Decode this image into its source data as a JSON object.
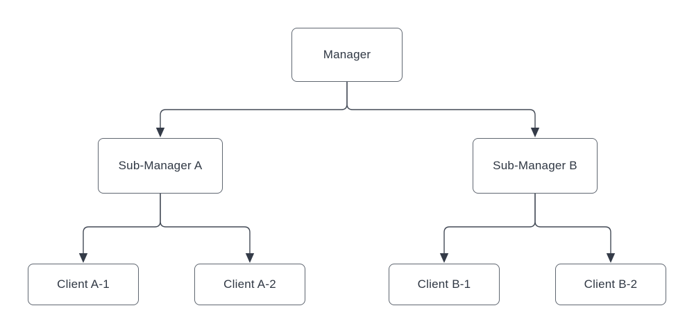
{
  "diagram": {
    "type": "org-chart",
    "nodes": {
      "manager": {
        "label": "Manager"
      },
      "sub_a": {
        "label": "Sub-Manager A"
      },
      "sub_b": {
        "label": "Sub-Manager B"
      },
      "client_a1": {
        "label": "Client A-1"
      },
      "client_a2": {
        "label": "Client A-2"
      },
      "client_b1": {
        "label": "Client B-1"
      },
      "client_b2": {
        "label": "Client B-2"
      }
    },
    "edges": [
      {
        "from": "Manager",
        "to": "Sub-Manager A",
        "arrow": "filled-triangle-down"
      },
      {
        "from": "Manager",
        "to": "Sub-Manager B",
        "arrow": "filled-triangle-down"
      },
      {
        "from": "Sub-Manager A",
        "to": "Client A-1",
        "arrow": "filled-triangle-down"
      },
      {
        "from": "Sub-Manager A",
        "to": "Client A-2",
        "arrow": "filled-triangle-down"
      },
      {
        "from": "Sub-Manager B",
        "to": "Client B-1",
        "arrow": "filled-triangle-down"
      },
      {
        "from": "Sub-Manager B",
        "to": "Client B-2",
        "arrow": "filled-triangle-down"
      }
    ],
    "colors": {
      "background": "#ffffff",
      "node_fill": "#ffffff",
      "node_border": "#5f6670",
      "connector": "#434a56",
      "arrowhead": "#343b48",
      "text": "#2f3743"
    }
  }
}
